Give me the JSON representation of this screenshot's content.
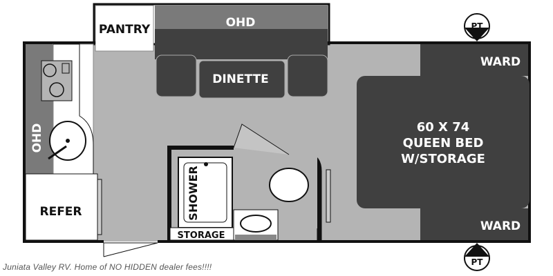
{
  "labels": {
    "pantry": "PANTRY",
    "ohd_top": "OHD",
    "dinette": "DINETTE",
    "ohd_side": "OHD",
    "refer": "REFER",
    "shower": "SHOWER",
    "storage": "STORAGE",
    "bed_line1": "60 X 74",
    "bed_line2": "QUEEN BED",
    "bed_line3": "W/STORAGE",
    "ward_top": "WARD",
    "ward_bottom": "WARD",
    "pt_top": "PT",
    "pt_bottom": "PT"
  },
  "caption": "Juniata Valley RV. Home of NO HIDDEN dealer fees!!!!",
  "colors": {
    "floor": "#b4b4b4",
    "dark": "#3f3f3f",
    "mid": "#5c5c5c",
    "wall": "#111111"
  }
}
